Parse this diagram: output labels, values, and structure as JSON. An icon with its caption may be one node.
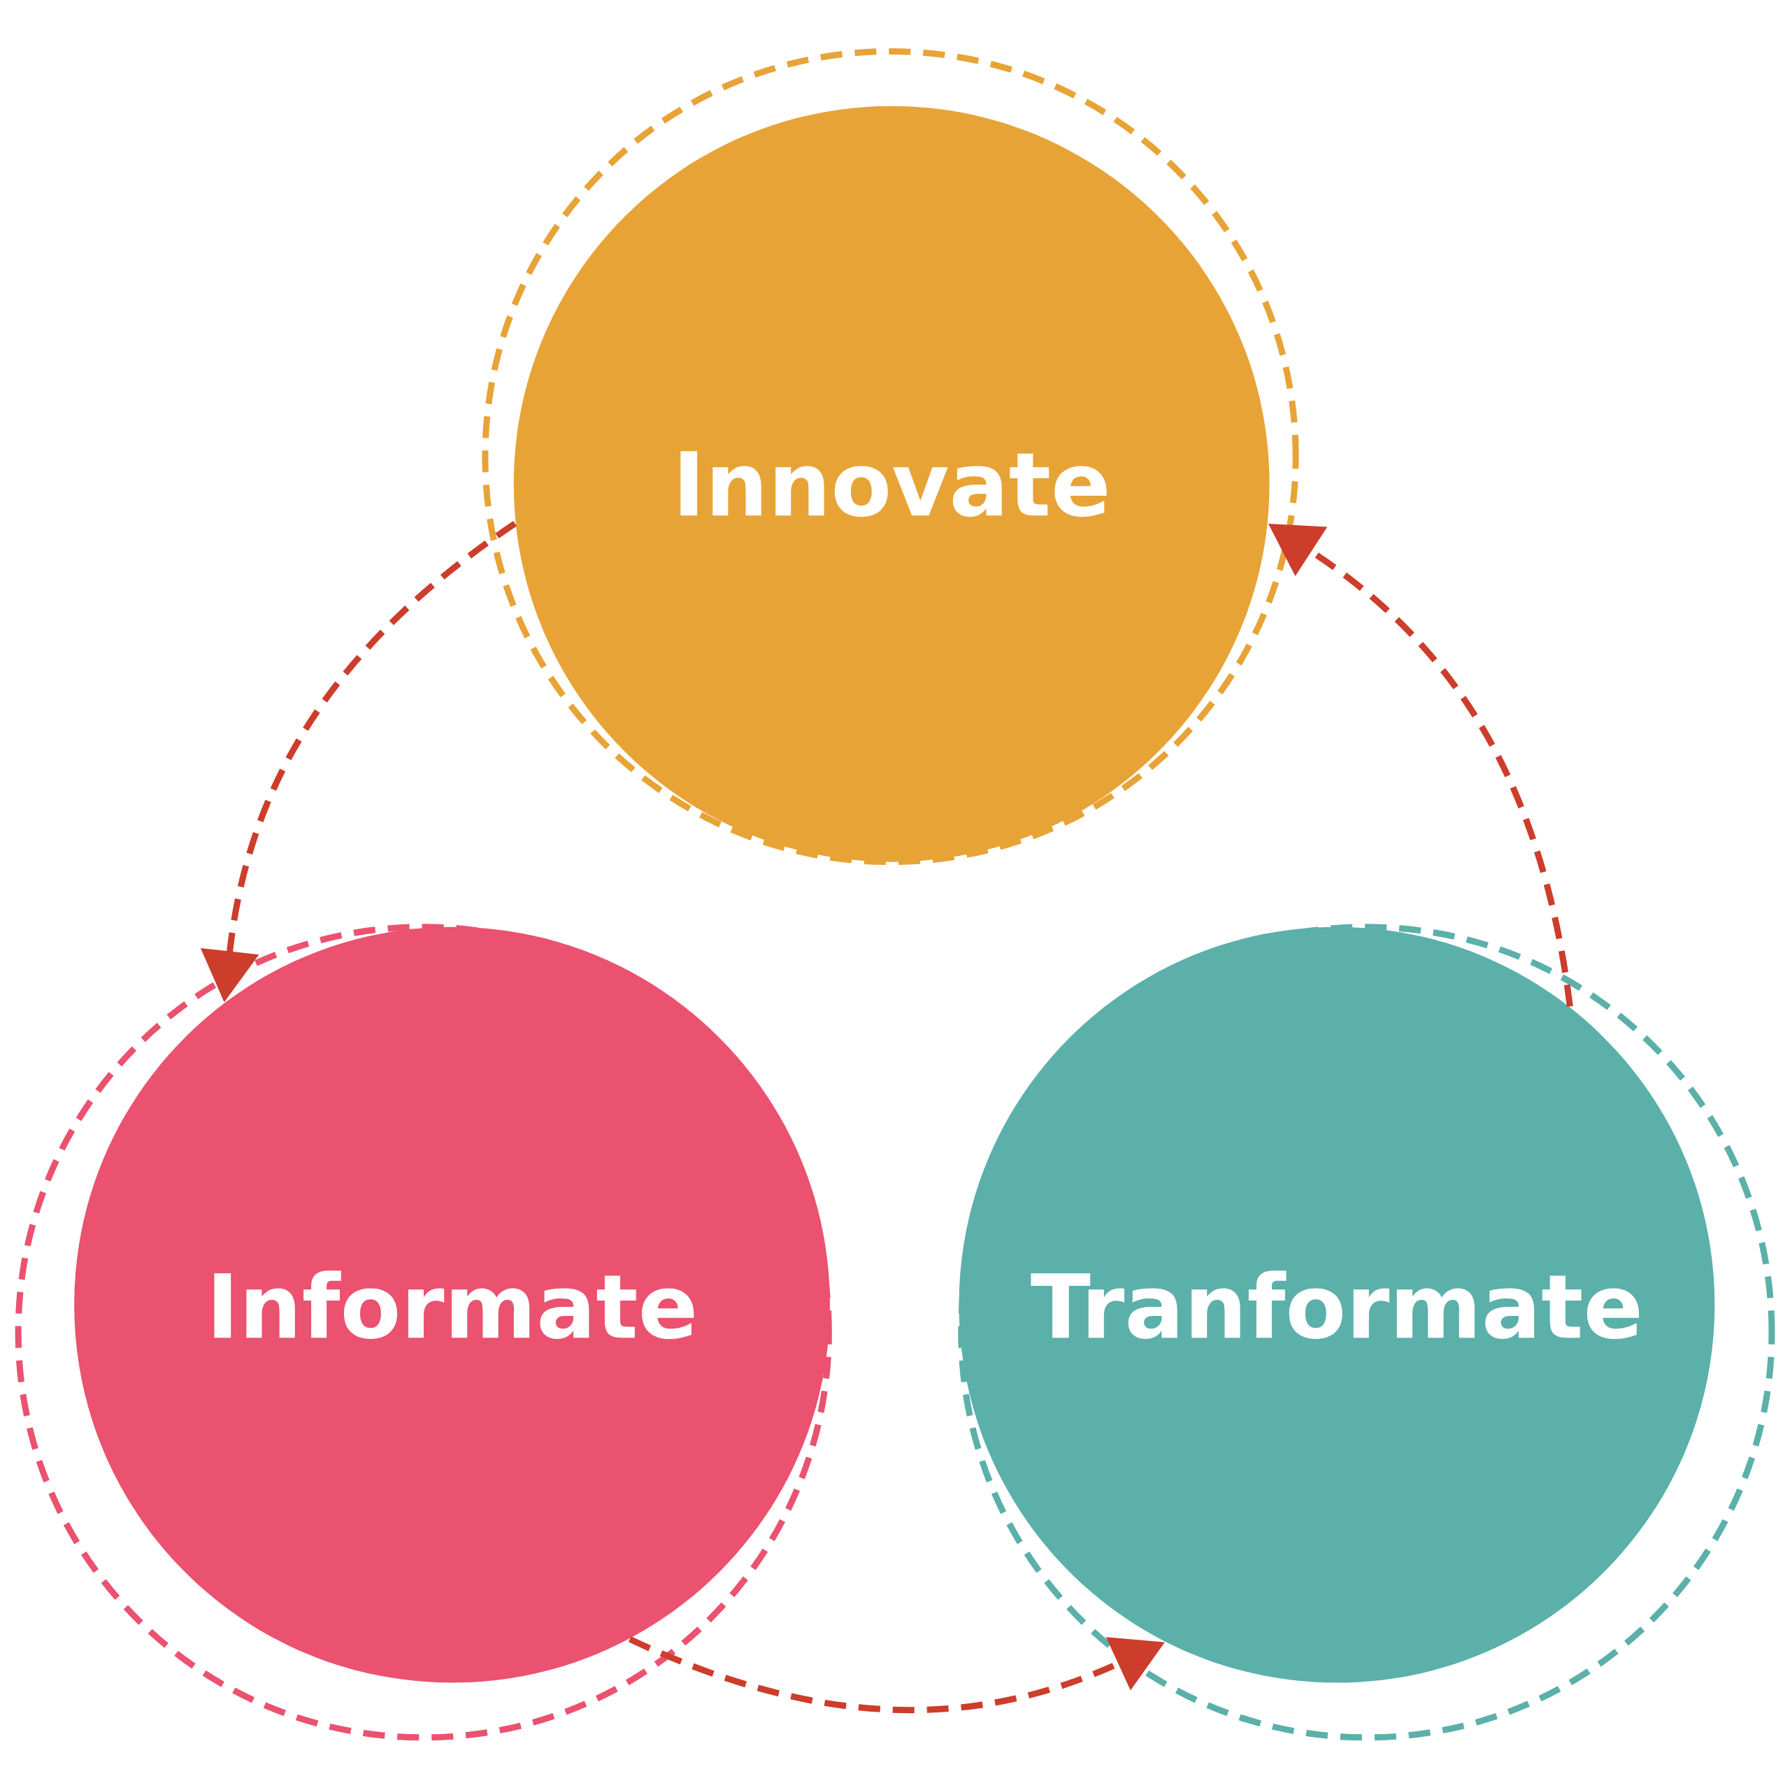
{
  "diagram": {
    "nodes": [
      {
        "text": [
          "Innovate"
        ]
      },
      {
        "text": [
          "Informate"
        ]
      },
      {
        "text": [
          "Tranformate"
        ]
      }
    ],
    "edges": [
      {
        "from": 0,
        "to": 1,
        "arrow": "to",
        "style": "dashed"
      },
      {
        "from": 1,
        "to": 2,
        "arrow": "to",
        "style": "dashed"
      },
      {
        "from": 2,
        "to": 0,
        "arrow": "to",
        "style": "dashed"
      }
    ]
  }
}
